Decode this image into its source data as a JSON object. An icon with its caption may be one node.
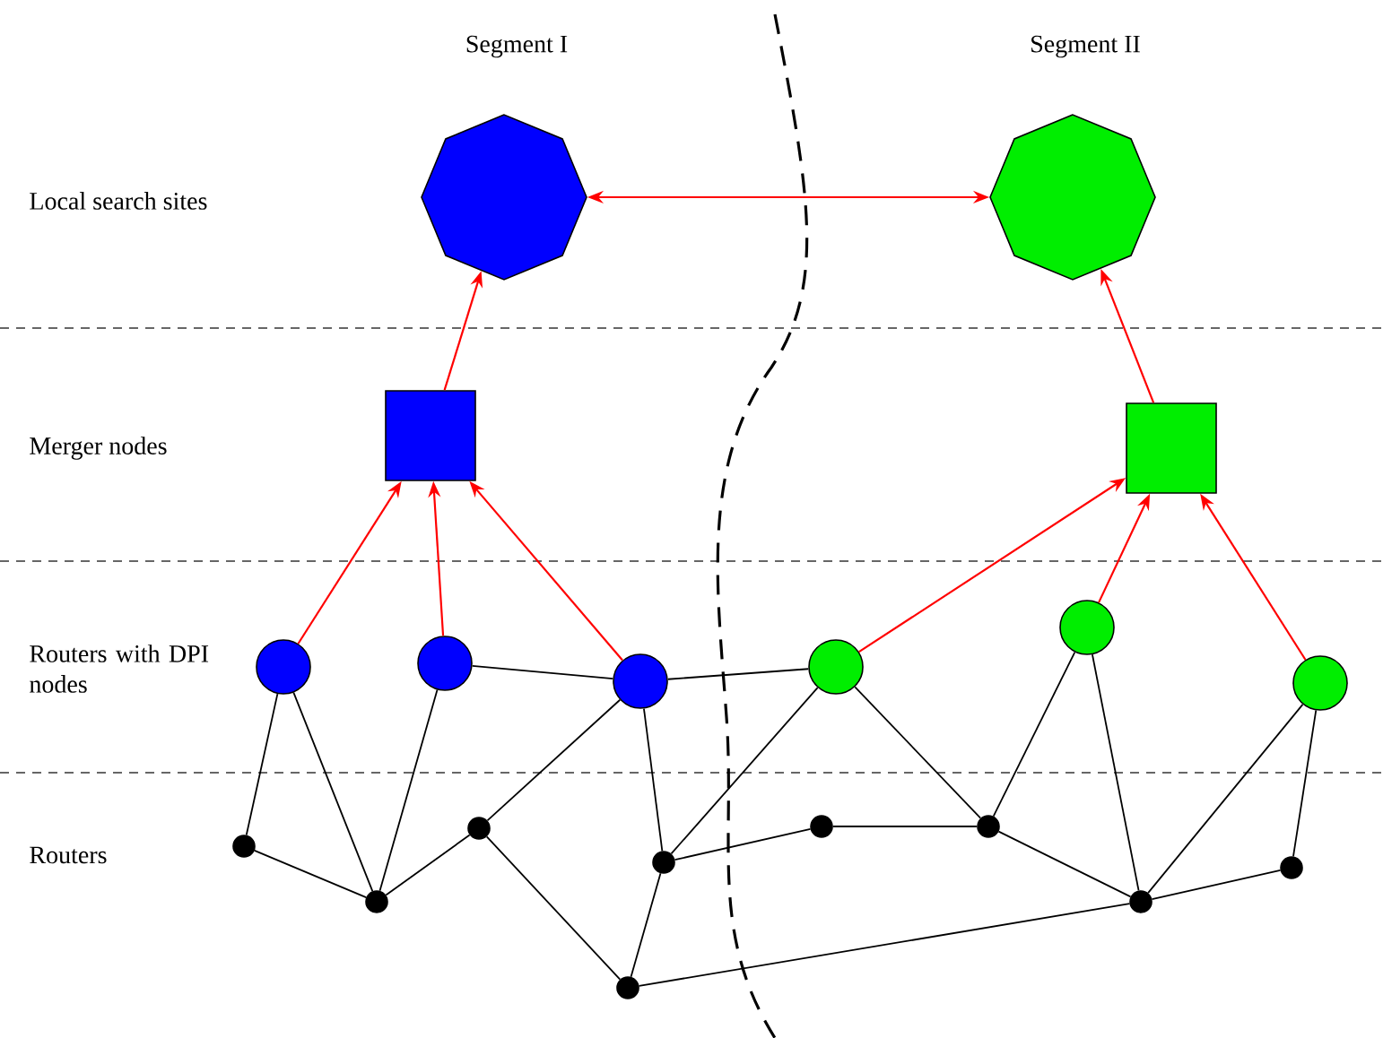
{
  "diagram": {
    "nodes": [
      {
        "text": [],
        "shape": "octagon"
      },
      {
        "text": [],
        "shape": "octagon"
      },
      {
        "text": [],
        "shape": "box"
      },
      {
        "text": [],
        "shape": "box"
      },
      {
        "text": [],
        "shape": "circle"
      },
      {
        "text": [],
        "shape": "circle"
      },
      {
        "text": [],
        "shape": "circle"
      },
      {
        "text": [],
        "shape": "circle"
      },
      {
        "text": [],
        "shape": "circle"
      },
      {
        "text": [],
        "shape": "circle"
      },
      {
        "text": [],
        "shape": "dot"
      },
      {
        "text": [],
        "shape": "dot"
      },
      {
        "text": [],
        "shape": "dot"
      },
      {
        "text": [],
        "shape": "dot"
      },
      {
        "text": [],
        "shape": "dot"
      },
      {
        "text": [],
        "shape": "dot"
      },
      {
        "text": [],
        "shape": "dot"
      },
      {
        "text": [],
        "shape": "dot"
      },
      {
        "text": [],
        "shape": "dot"
      }
    ],
    "edges": [
      {
        "from": 0,
        "to": 1,
        "arrow": "both",
        "color": "#ff0000"
      },
      {
        "from": 2,
        "to": 0,
        "arrow": "to",
        "color": "#ff0000"
      },
      {
        "from": 3,
        "to": 1,
        "arrow": "to",
        "color": "#ff0000"
      },
      {
        "from": 4,
        "to": 2,
        "arrow": "to",
        "color": "#ff0000"
      },
      {
        "from": 5,
        "to": 2,
        "arrow": "to",
        "color": "#ff0000"
      },
      {
        "from": 6,
        "to": 2,
        "arrow": "to",
        "color": "#ff0000"
      },
      {
        "from": 7,
        "to": 3,
        "arrow": "to",
        "color": "#ff0000"
      },
      {
        "from": 8,
        "to": 3,
        "arrow": "to",
        "color": "#ff0000"
      },
      {
        "from": 9,
        "to": 3,
        "arrow": "to",
        "color": "#ff0000"
      },
      {
        "from": 5,
        "to": 6,
        "arrow": "none"
      },
      {
        "from": 6,
        "to": 7,
        "arrow": "none"
      },
      {
        "from": 4,
        "to": 10,
        "arrow": "none"
      },
      {
        "from": 4,
        "to": 11,
        "arrow": "none"
      },
      {
        "from": 5,
        "to": 11,
        "arrow": "none"
      },
      {
        "from": 10,
        "to": 11,
        "arrow": "none"
      },
      {
        "from": 11,
        "to": 12,
        "arrow": "none"
      },
      {
        "from": 12,
        "to": 6,
        "arrow": "none"
      },
      {
        "from": 12,
        "to": 14,
        "arrow": "none"
      },
      {
        "from": 6,
        "to": 13,
        "arrow": "none"
      },
      {
        "from": 13,
        "to": 7,
        "arrow": "none"
      },
      {
        "from": 13,
        "to": 15,
        "arrow": "none"
      },
      {
        "from": 13,
        "to": 14,
        "arrow": "none"
      },
      {
        "from": 14,
        "to": 17,
        "arrow": "none"
      },
      {
        "from": 7,
        "to": 16,
        "arrow": "none"
      },
      {
        "from": 15,
        "to": 16,
        "arrow": "none"
      },
      {
        "from": 16,
        "to": 8,
        "arrow": "none"
      },
      {
        "from": 16,
        "to": 17,
        "arrow": "none"
      },
      {
        "from": 8,
        "to": 17,
        "arrow": "none"
      },
      {
        "from": 9,
        "to": 17,
        "arrow": "none"
      },
      {
        "from": 9,
        "to": 18,
        "arrow": "none"
      },
      {
        "from": 17,
        "to": 18,
        "arrow": "none"
      }
    ],
    "labels": [
      "Segment I",
      "Segment II",
      "Local search sites",
      "Merger nodes",
      "Routers with DPI nodes",
      "Routers"
    ]
  }
}
